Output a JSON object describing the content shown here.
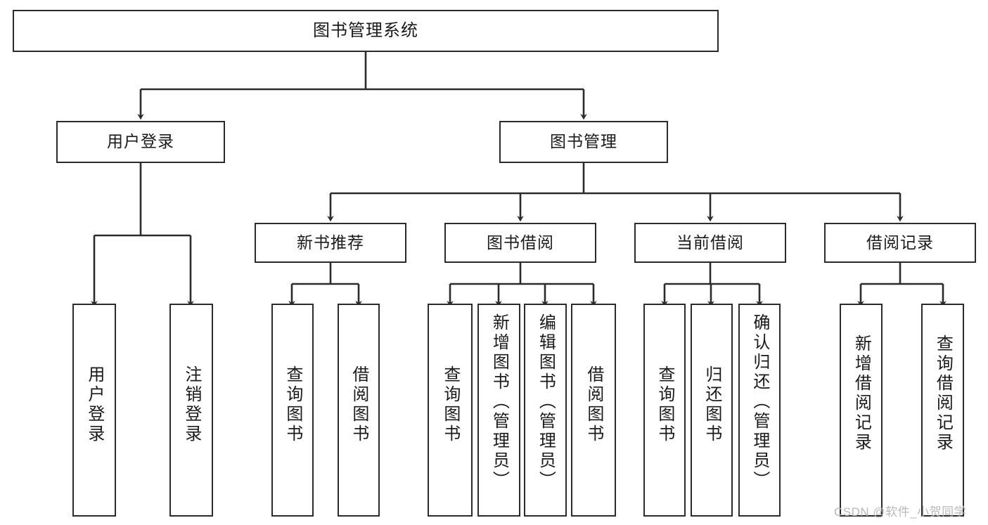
{
  "diagram": {
    "type": "tree-hierarchy-chart",
    "title": "图书管理系统",
    "root": {
      "label": "图书管理系统"
    },
    "level2": [
      {
        "label": "用户登录"
      },
      {
        "label": "图书管理"
      }
    ],
    "level3": [
      {
        "label": "新书推荐"
      },
      {
        "label": "图书借阅"
      },
      {
        "label": "当前借阅"
      },
      {
        "label": "借阅记录"
      }
    ],
    "leaves": {
      "user_login": [
        {
          "label": "用户登录"
        },
        {
          "label": "注销登录"
        }
      ],
      "new_book_recommend": [
        {
          "label": "查询图书"
        },
        {
          "label": "借阅图书"
        }
      ],
      "book_borrow": [
        {
          "label": "查询图书"
        },
        {
          "label": "新增图书（管理员）"
        },
        {
          "label": "编辑图书（管理员）"
        },
        {
          "label": "借阅图书"
        }
      ],
      "current_borrow": [
        {
          "label": "查询图书"
        },
        {
          "label": "归还图书"
        },
        {
          "label": "确认归还（管理员）"
        }
      ],
      "borrow_record": [
        {
          "label": "新增借阅记录"
        },
        {
          "label": "查询借阅记录"
        }
      ]
    },
    "watermark": "CSDN @软件_小贺同学",
    "colors": {
      "stroke": "#2b2b2b",
      "background": "#ffffff",
      "text": "#1a1a1a",
      "watermark": "#b9b9b9"
    }
  }
}
